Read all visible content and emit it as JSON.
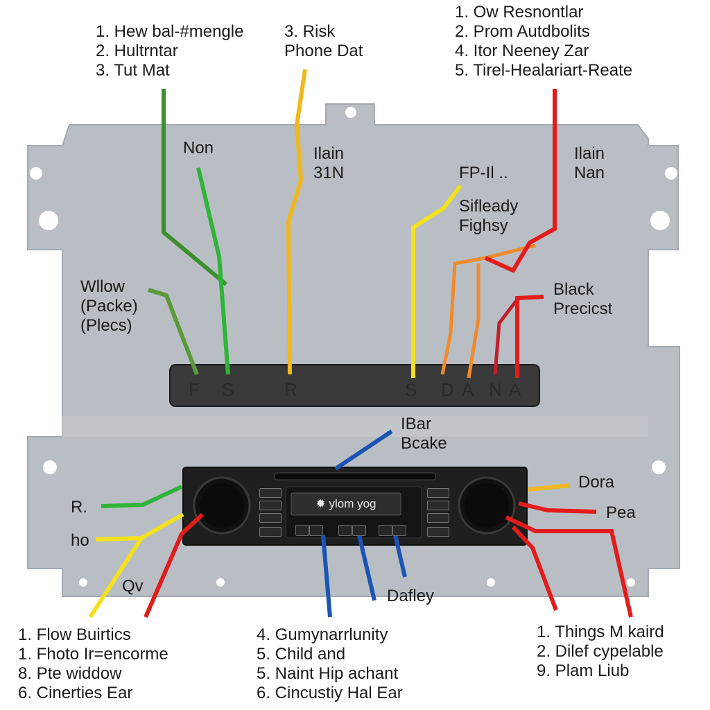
{
  "top_left_list": [
    "1. Hew bal-#mengle",
    "2. Hultrntar",
    "3. Tut Mat"
  ],
  "top_center_label": [
    "3. Risk",
    "Phone Dat"
  ],
  "top_right_list": [
    "1. Ow Resnontlar",
    "2. Prom Autdbolits",
    "4. Itor Neeney Zar",
    "5. Tirel-Healariart-Reate"
  ],
  "label_non": "Non",
  "label_lain_center": [
    "Ilain",
    "31N"
  ],
  "label_fp": "FP-Il ..",
  "label_sifleady": [
    "Sifleady",
    "Fighsy"
  ],
  "label_lain_right": [
    "Ilain",
    "Nan"
  ],
  "label_wllow": [
    "Wllow",
    "(Packe)",
    "(Plecs)"
  ],
  "label_black": [
    "Black",
    "Precicst"
  ],
  "connector_pins": [
    "F",
    "S",
    "R",
    "S",
    "D",
    "A",
    "N",
    "A"
  ],
  "label_ibar": [
    "IBar",
    "Bcake"
  ],
  "display_text": "✹ ylom yog",
  "label_r": "R.",
  "label_ho": "ho",
  "label_qv": "Qv",
  "label_dora": "Dora",
  "label_pea": "Pea",
  "label_dafley": "Dafley",
  "bottom_left_list": [
    "1. Flow Buirtics",
    "1. Fhoto Ir=encorme",
    "8. Pte widdow",
    "6. Cinerties Ear"
  ],
  "bottom_center_list": [
    "4. Gumynarrlunity",
    "5. Child and",
    "5. Naint Hip achant",
    "6. Cincustiy Hal Ear"
  ],
  "bottom_right_list": [
    "1. Things M kaird",
    "2. Dilef cypelable",
    "9. Plam Liub"
  ],
  "colors": {
    "green": "#2fb43a",
    "dark_green": "#3d8f2e",
    "olive_green": "#5a9a3a",
    "yellow": "#f4e11c",
    "orange_yellow": "#f0b81c",
    "orange": "#f08a2c",
    "red": "#e21c1c",
    "dark_red": "#c0202a",
    "blue": "#1c54b4",
    "panel": "#b7bcc2",
    "panel_edge": "#9ba1a8",
    "unit": "#1e1e1e"
  }
}
